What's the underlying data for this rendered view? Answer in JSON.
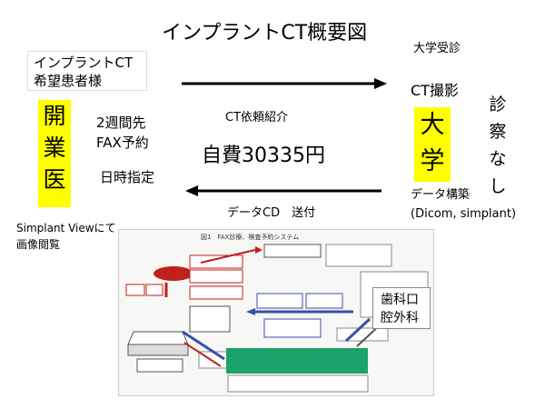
{
  "title": "インプラントCT概要図",
  "patient_box": {
    "line1": "インプラントCT",
    "line2": "希望患者様"
  },
  "clinic_label": [
    "開",
    "業",
    "医"
  ],
  "left_notes": {
    "line1": "2週間先",
    "line2": "FAX予約",
    "line3": "日時指定"
  },
  "center": {
    "referral": "CT依頼紹介",
    "cost": "自費30335円",
    "data_cd": "データCD　送付"
  },
  "right": {
    "university_visit": "大学受診",
    "ct_scan": "CT撮影",
    "university_label": [
      "大",
      "学"
    ],
    "no_exam": [
      "診",
      "察",
      "な",
      "し"
    ],
    "data_build": "データ構築",
    "formats": "(Dicom, simplant)"
  },
  "simplant_note": "Simplant Viewにて画像閲覧",
  "embedded_figure": {
    "caption": "図1　FAX診療、検査予約システム",
    "dept_label": "歯科口腔外科"
  },
  "colors": {
    "highlight": "#ffff00",
    "arrow": "#000000",
    "panel_green": "#1aa36b",
    "panel_red": "#c0201c",
    "panel_blue": "#3a4fa8"
  }
}
